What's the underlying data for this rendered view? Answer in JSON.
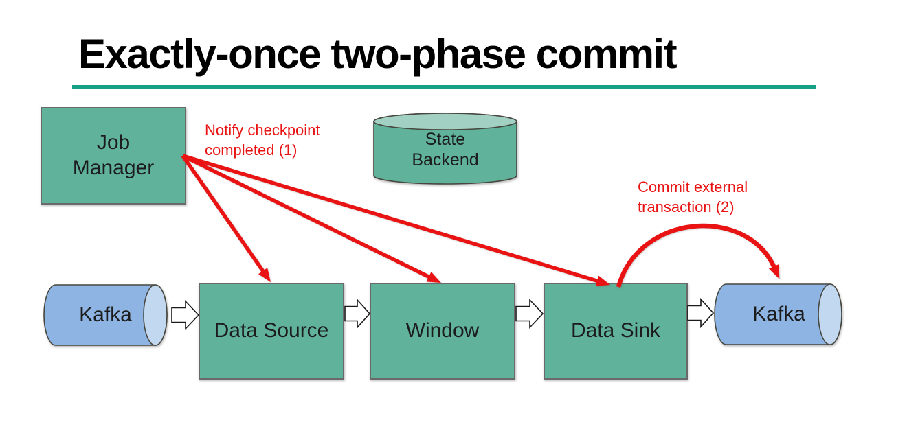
{
  "title": "Exactly-once two-phase commit",
  "nodes": {
    "job_manager": "Job\nManager",
    "state_backend": "State\nBackend",
    "kafka_in": "Kafka",
    "data_source": "Data Source",
    "window": "Window",
    "data_sink": "Data Sink",
    "kafka_out": "Kafka"
  },
  "annotations": {
    "notify_checkpoint": "Notify checkpoint\ncompleted (1)",
    "commit_transaction": "Commit external\ntransaction (2)"
  },
  "colors": {
    "node-green": "#60B29A",
    "node-green-light": "#A2D1C3",
    "kafka-blue": "#8DB4E2",
    "kafka-blue-light": "#C2D8F0",
    "annotation-red": "#E91313",
    "accent-teal": "#16A085",
    "box-border": "#6A6A6A",
    "cylinder-border": "#47473F",
    "text-black": "#1A1A1A"
  }
}
